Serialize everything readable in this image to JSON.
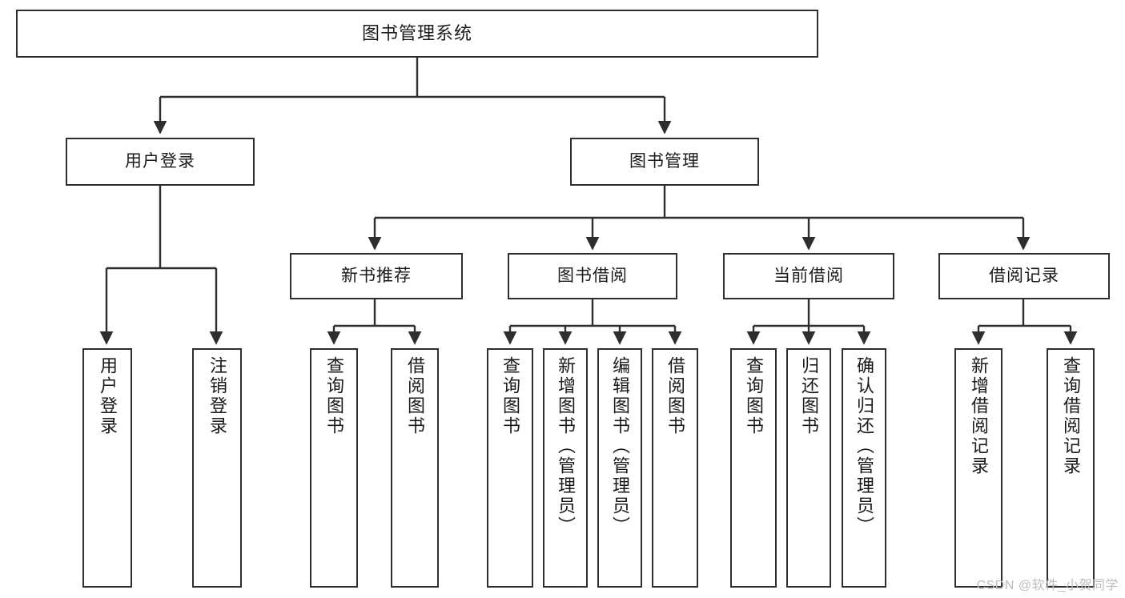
{
  "diagram": {
    "title": "图书管理系统",
    "type": "hierarchy-tree",
    "background_color": "#ffffff",
    "box_border_color": "#2e2e2e",
    "edge_color": "#2e2e2e",
    "text_color": "#1a1a1a"
  },
  "nodes": {
    "root": {
      "label": "图书管理系统",
      "level": 0,
      "orientation": "horizontal"
    },
    "l1": [
      {
        "id": "user-login",
        "label": "用户登录",
        "level": 1,
        "orientation": "horizontal"
      },
      {
        "id": "book-manage",
        "label": "图书管理",
        "level": 1,
        "orientation": "horizontal"
      }
    ],
    "l2": [
      {
        "id": "new-book-rec",
        "label": "新书推荐",
        "level": 2,
        "orientation": "horizontal"
      },
      {
        "id": "book-borrow",
        "label": "图书借阅",
        "level": 2,
        "orientation": "horizontal"
      },
      {
        "id": "current-borrow",
        "label": "当前借阅",
        "level": 2,
        "orientation": "horizontal"
      },
      {
        "id": "borrow-record",
        "label": "借阅记录",
        "level": 2,
        "orientation": "horizontal"
      }
    ],
    "leaves": [
      {
        "id": "leaf-user-login",
        "label": "用户登录",
        "parent": "user-login",
        "orientation": "vertical"
      },
      {
        "id": "leaf-user-logout",
        "label": "注销登录",
        "parent": "user-login",
        "orientation": "vertical"
      },
      {
        "id": "leaf-query-book-1",
        "label": "查询图书",
        "parent": "new-book-rec",
        "orientation": "vertical"
      },
      {
        "id": "leaf-borrow-book-1",
        "label": "借阅图书",
        "parent": "new-book-rec",
        "orientation": "vertical"
      },
      {
        "id": "leaf-query-book-2",
        "label": "查询图书",
        "parent": "book-borrow",
        "orientation": "vertical"
      },
      {
        "id": "leaf-add-book",
        "label": "新增图书（管理员）",
        "parent": "book-borrow",
        "orientation": "vertical"
      },
      {
        "id": "leaf-edit-book",
        "label": "编辑图书（管理员）",
        "parent": "book-borrow",
        "orientation": "vertical"
      },
      {
        "id": "leaf-borrow-book-2",
        "label": "借阅图书",
        "parent": "book-borrow",
        "orientation": "vertical"
      },
      {
        "id": "leaf-query-book-3",
        "label": "查询图书",
        "parent": "current-borrow",
        "orientation": "vertical"
      },
      {
        "id": "leaf-return-book",
        "label": "归还图书",
        "parent": "current-borrow",
        "orientation": "vertical"
      },
      {
        "id": "leaf-confirm-return",
        "label": "确认归还（管理员）",
        "parent": "current-borrow",
        "orientation": "vertical"
      },
      {
        "id": "leaf-add-record",
        "label": "新增借阅记录",
        "parent": "borrow-record",
        "orientation": "vertical"
      },
      {
        "id": "leaf-query-record",
        "label": "查询借阅记录",
        "parent": "borrow-record",
        "orientation": "vertical"
      }
    ]
  },
  "watermark": {
    "text": "CSDN @软件_小贺同学"
  }
}
